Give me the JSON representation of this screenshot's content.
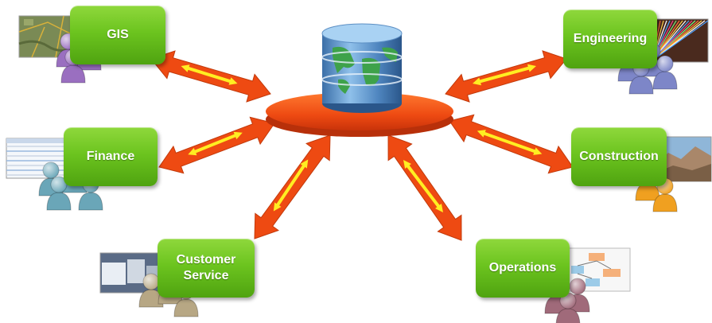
{
  "nodes": [
    {
      "id": "gis",
      "label": "GIS"
    },
    {
      "id": "finance",
      "label": "Finance"
    },
    {
      "id": "customer-service",
      "label": "Customer\nService"
    },
    {
      "id": "engineering",
      "label": "Engineering"
    },
    {
      "id": "construction",
      "label": "Construction"
    },
    {
      "id": "operations",
      "label": "Operations"
    }
  ],
  "colors": {
    "node_green": "#6cc41f",
    "arrow_orange": "#ee4a12",
    "arrow_highlight": "#ffee22",
    "hub_orange": "#f05a1a",
    "person_purple": "#9a6fc0",
    "person_teal": "#6aa6b8",
    "person_tan": "#b7a784",
    "person_blue": "#7d86c8",
    "person_orange": "#f0a020",
    "person_mauve": "#a06a7a"
  },
  "icons": {
    "hub": "database-globe-icon",
    "people": "user-group-icon"
  }
}
